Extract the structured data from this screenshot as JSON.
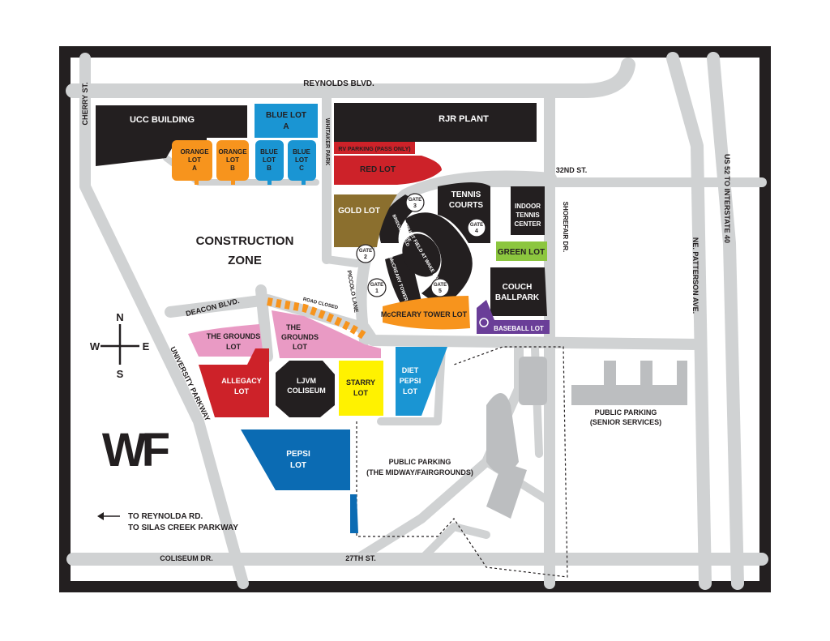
{
  "roads": {
    "reynolds_blvd": "REYNOLDS BLVD.",
    "cherry_st": "CHERRY ST.",
    "whitaker_park": "WHITAKER PARK",
    "thirty_second_st": "32ND ST.",
    "us52": "US 52 TO INTERSTATE 40",
    "shorefair_dr": "SHOREFAIR DR.",
    "patterson_ave": "NE. PATTERSON AVE.",
    "deacon_blvd": "DEACON BLVD.",
    "piccolo_lane": "PICCOLO LANE",
    "university_parkway": "UNIVERSITY PARKWAY",
    "coliseum_dr": "COLISEUM DR.",
    "twenty_seventh_st": "27TH ST.",
    "road_closed": "ROAD CLOSED"
  },
  "buildings": {
    "ucc_building": "UCC BUILDING",
    "rjr_plant": "RJR PLANT",
    "tennis_courts": [
      "TENNIS",
      "COURTS"
    ],
    "indoor_tennis": [
      "INDOOR",
      "TENNIS",
      "CENTER"
    ],
    "couch_ballpark": [
      "COUCH",
      "BALLPARK"
    ],
    "ljvm_coliseum": [
      "LJVM",
      "COLISEUM"
    ],
    "stadium": "TRUIST FIELD AT WAKE FOREST",
    "mccreary_tower": "McCREARY TOWER",
    "bridger_field_house": [
      "BRIDGER FIELD",
      "HOUSE"
    ]
  },
  "lots": {
    "blue_lot_a": [
      "BLUE LOT",
      "A"
    ],
    "orange_lot_a": [
      "ORANGE",
      "LOT",
      "A"
    ],
    "orange_lot_b": [
      "ORANGE",
      "LOT",
      "B"
    ],
    "blue_lot_b": [
      "BLUE",
      "LOT",
      "B"
    ],
    "blue_lot_c": [
      "BLUE",
      "LOT",
      "C"
    ],
    "rv_parking": "RV PARKING (PASS ONLY)",
    "red_lot": "RED LOT",
    "gold_lot": "GOLD LOT",
    "green_lot": "GREEN LOT",
    "baseball_lot": "BASEBALL LOT",
    "mccreary_tower_lot": "McCREARY TOWER LOT",
    "grounds_lot_1": [
      "THE GROUNDS",
      "LOT"
    ],
    "grounds_lot_2": [
      "THE",
      "GROUNDS",
      "LOT"
    ],
    "allegacy_lot": [
      "ALLEGACY",
      "LOT"
    ],
    "starry_lot": [
      "STARRY",
      "LOT"
    ],
    "diet_pepsi_lot": [
      "DIET",
      "PEPSI",
      "LOT"
    ],
    "pepsi_lot": [
      "PEPSI",
      "LOT"
    ]
  },
  "gates": [
    {
      "label": "GATE",
      "num": "1"
    },
    {
      "label": "GATE",
      "num": "2"
    },
    {
      "label": "GATE",
      "num": "3"
    },
    {
      "label": "GATE",
      "num": "4"
    },
    {
      "label": "GATE",
      "num": "5"
    }
  ],
  "areas": {
    "construction_zone": [
      "CONSTRUCTION",
      "ZONE"
    ],
    "public_parking_midway": [
      "PUBLIC PARKING",
      "(THE MIDWAY/FAIRGROUNDS)"
    ],
    "public_parking_senior": [
      "PUBLIC PARKING",
      "(SENIOR SERVICES)"
    ]
  },
  "compass": {
    "n": "N",
    "s": "S",
    "e": "E",
    "w": "W"
  },
  "logo": "WF",
  "directions": [
    "TO REYNOLDA RD.",
    "TO SILAS CREEK PARKWAY"
  ],
  "colors": {
    "frame": "#231f20",
    "road": "#d0d2d3",
    "background": "#ffffff",
    "building": "#231f20",
    "blue": "#1a95d3",
    "orange": "#f7941d",
    "red": "#cd2229",
    "gold": "#8b6f2e",
    "green": "#8cc63f",
    "purple": "#6a3e98",
    "pink": "#e99ac4",
    "yellow": "#fff200",
    "pepsi": "#0b6bb3",
    "public_gray": "#bcbec0"
  }
}
